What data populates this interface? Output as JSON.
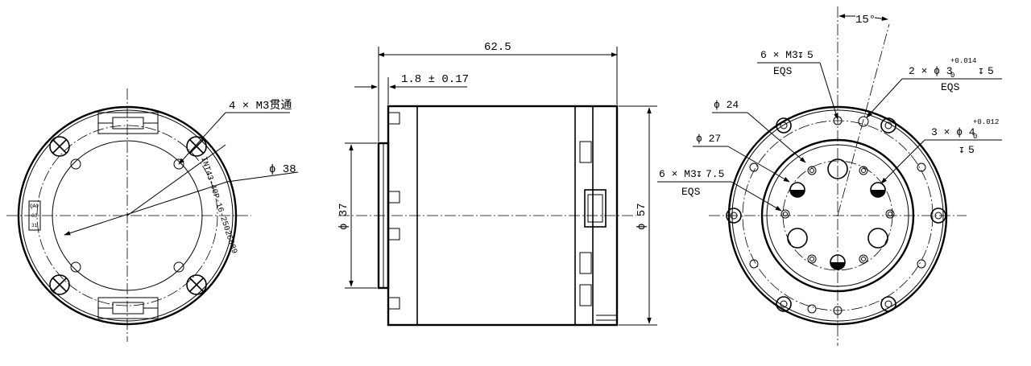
{
  "colors": {
    "line": "#000000",
    "background": "#ffffff"
  },
  "left_view": {
    "holes_label": "4 × M3贯通",
    "diameter_label": "ϕ 38",
    "part_number": "INT43-40P-16-25026889",
    "small_label_top": "QAO",
    "small_label_mid": "03",
    "small_label_bottom": "31"
  },
  "middle_view": {
    "length_label": "62.5",
    "flange_label": "1.8 ± 0.17",
    "left_diameter_label": "ϕ 37",
    "right_diameter_label": "ϕ 57"
  },
  "right_view": {
    "angle_label": "15°",
    "thread_label_1": "6 × M3",
    "thread_depth_1": "5",
    "eqs_1": "EQS",
    "pin_label": "2 × ϕ 3",
    "pin_tol_upper": "+0.014",
    "pin_tol_lower": "0",
    "pin_depth": "5",
    "eqs_2": "EQS",
    "dia_24": "ϕ 24",
    "dia_27": "ϕ 27",
    "bore_label": "3 × ϕ 4",
    "bore_tol_upper": "+0.012",
    "bore_tol_lower": "0",
    "bore_depth": "5",
    "thread_label_2": "6 × M3",
    "thread_depth_2": "7.5",
    "eqs_3": "EQS"
  }
}
